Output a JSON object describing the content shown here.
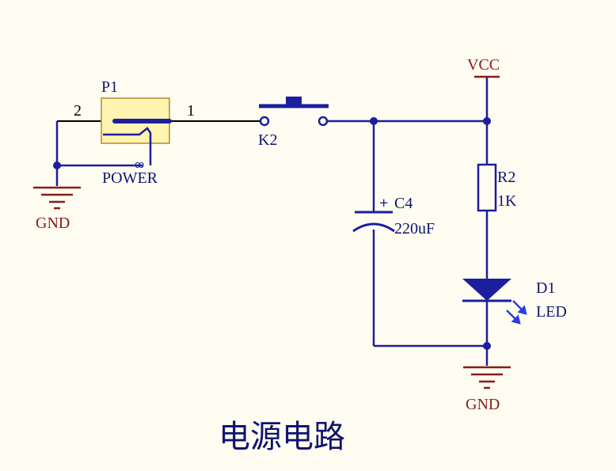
{
  "colors": {
    "background": "#fffdf1",
    "wire": "#1b1f9e",
    "label": "#0f1470",
    "power": "#8b1a1a",
    "connector_fill": "#fff4b0",
    "connector_border": "#b58a2a",
    "led_light": "#2a3ee0"
  },
  "components": {
    "p1": {
      "designator": "P1",
      "value": "POWER",
      "pin_left": "2",
      "pin_right": "1"
    },
    "k2": {
      "designator": "K2"
    },
    "c4": {
      "designator": "C4",
      "value": "220uF",
      "polarity": "+"
    },
    "r2": {
      "designator": "R2",
      "value": "1K"
    },
    "d1": {
      "designator": "D1",
      "value": "LED"
    }
  },
  "power_ports": {
    "vcc": "VCC",
    "gnd_left": "GND",
    "gnd_right": "GND"
  },
  "title": "电源电路"
}
